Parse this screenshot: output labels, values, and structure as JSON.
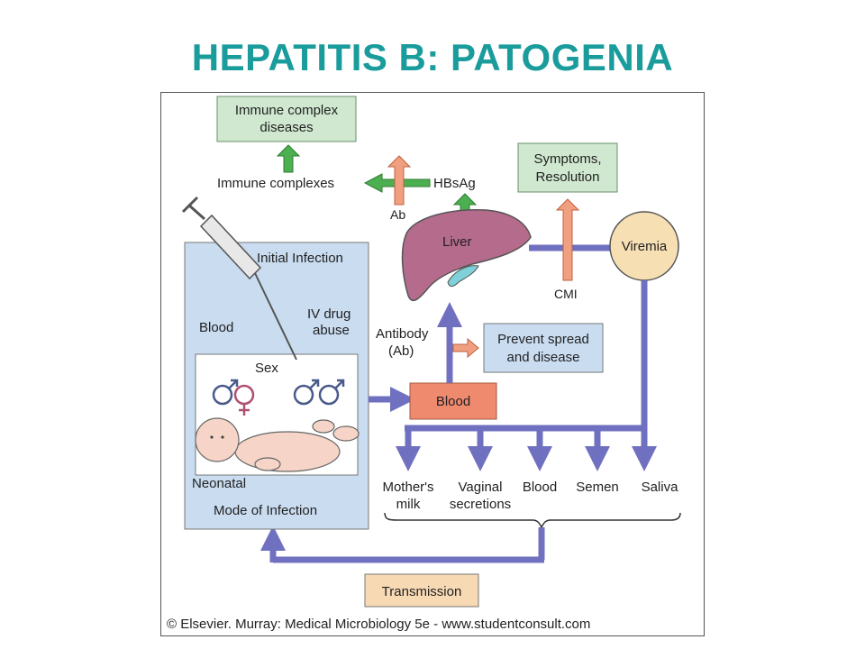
{
  "slide_title": "HEPATITIS B: PATOGENIA",
  "diagram": {
    "immune_complex_diseases": [
      "Immune complex",
      "diseases"
    ],
    "immune_complexes": "Immune complexes",
    "hbsag": "HBsAg",
    "ab": "Ab",
    "symptoms_resolution": [
      "Symptoms,",
      "Resolution"
    ],
    "liver": "Liver",
    "viremia": "Viremia",
    "cmi": "CMI",
    "initial_infection": "Initial Infection",
    "blood_route": "Blood",
    "iv_drug_abuse": [
      "IV drug",
      "abuse"
    ],
    "sex": "Sex",
    "neonatal": "Neonatal",
    "mode_of_infection": "Mode of Infection",
    "antibody": [
      "Antibody",
      "(Ab)"
    ],
    "prevent_spread": [
      "Prevent spread",
      "and disease"
    ],
    "blood_box": "Blood",
    "outputs": [
      "Mother's",
      "milk",
      "Vaginal",
      "secretions",
      "Blood",
      "Semen",
      "Saliva"
    ],
    "transmission": "Transmission",
    "copyright": "© Elsevier. Murray: Medical Microbiology 5e - www.studentconsult.com"
  },
  "colors": {
    "title": "#1a9c9c",
    "green_box": "#cfe8cf",
    "blue_box": "#c9dcf0",
    "salmon_box": "#f08a6e",
    "peach_box": "#f7d9b4",
    "viremia_circle": "#f7dfb4",
    "flow_arrow": "#7070c0",
    "green_arrow": "#4caf50",
    "salmon_arrow": "#f0a080",
    "liver": "#b56b8c"
  }
}
